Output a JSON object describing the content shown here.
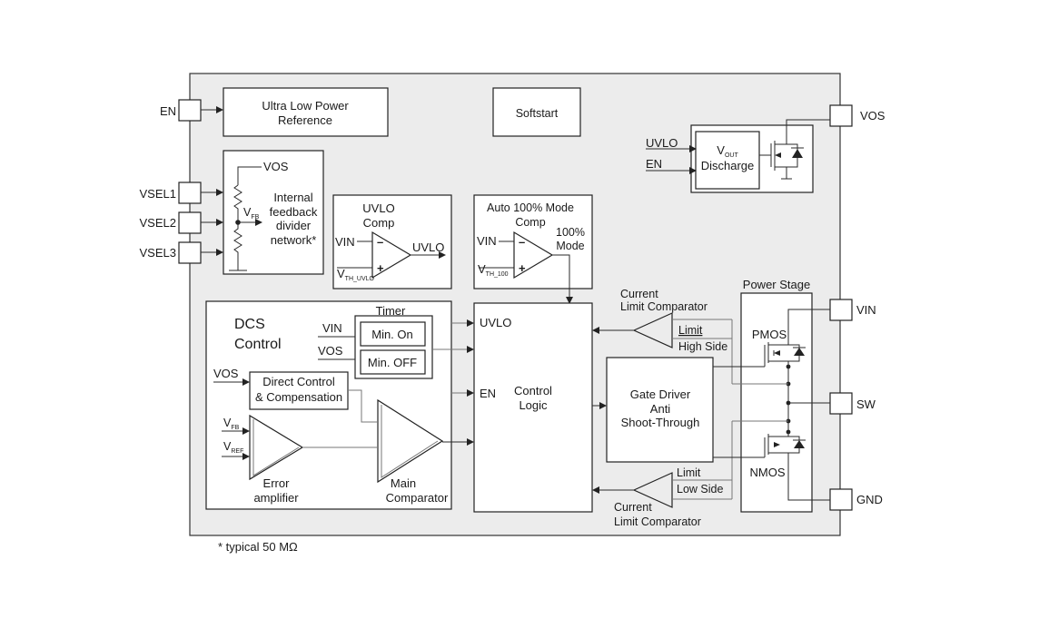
{
  "pins": {
    "en": "EN",
    "vsel1": "VSEL1",
    "vsel2": "VSEL2",
    "vsel3": "VSEL3",
    "vos": "VOS",
    "vin": "VIN",
    "sw": "SW",
    "gnd": "GND"
  },
  "blocks": {
    "reference": {
      "line1": "Ultra Low Power",
      "line2": "Reference"
    },
    "softstart": "Softstart",
    "feedback": {
      "vos": "VOS",
      "vfb_main": "V",
      "vfb_sub": "FB",
      "line1": "Internal",
      "line2": "feedback",
      "line3": "divider",
      "line4": "network*"
    },
    "uvlo_comp": {
      "title1": "UVLO",
      "title2": "Comp",
      "vin": "VIN",
      "out": "UVLO",
      "vth_main": "V",
      "vth_sub": "TH_UVLO"
    },
    "auto100": {
      "title1": "Auto 100% Mode",
      "title2": "Comp",
      "vin": "VIN",
      "out1": "100%",
      "out2": "Mode",
      "vth_main": "V",
      "vth_sub": "TH_100"
    },
    "discharge": {
      "uvlo": "UVLO",
      "en": "EN",
      "vout_main": "V",
      "vout_sub": "OUT",
      "label": "Discharge"
    },
    "dcs": {
      "title1": "DCS",
      "title2": "Control",
      "timer": "Timer",
      "vin": "VIN",
      "vos": "VOS",
      "min_on": "Min. On",
      "min_off": "Min. OFF",
      "vos2": "VOS",
      "direct1": "Direct Control",
      "direct2": "& Compensation",
      "vfb_main": "V",
      "vfb_sub": "FB",
      "vref_main": "V",
      "vref_sub": "REF",
      "err1": "Error",
      "err2": "amplifier",
      "main1": "Main",
      "main2": "Comparator"
    },
    "control_logic": {
      "uvlo": "UVLO",
      "en": "EN",
      "line1": "Control",
      "line2": "Logic"
    },
    "gate_driver": {
      "line1": "Gate Driver",
      "line2": "Anti",
      "line3": "Shoot-Through"
    },
    "current_limit_high": {
      "title1": "Current",
      "title2": "Limit Comparator",
      "lim": "Limit",
      "side": "High Side"
    },
    "current_limit_low": {
      "title1": "Current",
      "title2": "Limit Comparator",
      "lim": "Limit",
      "side": "Low Side"
    },
    "power_stage": {
      "title": "Power Stage",
      "pmos": "PMOS",
      "nmos": "NMOS"
    }
  },
  "footnote": "* typical 50 MΩ",
  "colors": {
    "chip_fill": "#ececec",
    "block_fill": "#ffffff",
    "line": "#222222"
  }
}
